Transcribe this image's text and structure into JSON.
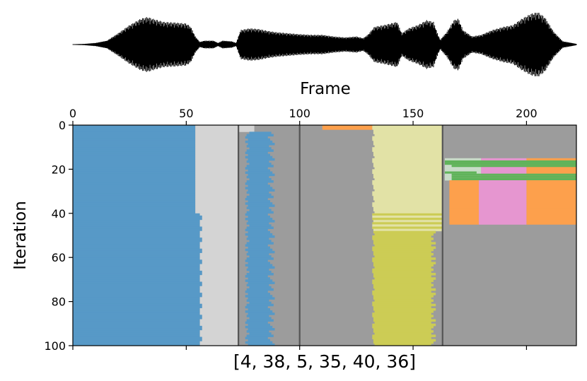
{
  "chart_data": {
    "type": "heatmap",
    "xlabel": "Frame",
    "ylabel": "Iteration",
    "caption": "[4, 38, 5, 35, 40, 36]",
    "xlim": [
      0,
      222
    ],
    "ylim": [
      100,
      0
    ],
    "x_ticks": [
      0,
      50,
      100,
      150,
      200
    ],
    "y_ticks": [
      0,
      20,
      40,
      60,
      80,
      100
    ],
    "vlines": [
      73,
      100,
      163
    ],
    "colors": {
      "blue": "#5799c7",
      "lightgray": "#d4d4d4",
      "gray": "#9c9c9c",
      "khaki": "#e2e2a6",
      "olive": "#cccc55",
      "orange": "#fda04c",
      "pink": "#e696d0",
      "green": "#60b35a",
      "seafoam": "#c9dcc9"
    },
    "waveform": {
      "envelope_points": [
        [
          0,
          0.01
        ],
        [
          5,
          0.02
        ],
        [
          10,
          0.05
        ],
        [
          15,
          0.12
        ],
        [
          20,
          0.35
        ],
        [
          25,
          0.6
        ],
        [
          30,
          0.8
        ],
        [
          33,
          0.85
        ],
        [
          36,
          0.78
        ],
        [
          40,
          0.7
        ],
        [
          45,
          0.68
        ],
        [
          50,
          0.65
        ],
        [
          52,
          0.55
        ],
        [
          54,
          0.25
        ],
        [
          56,
          0.08
        ],
        [
          58,
          0.12
        ],
        [
          62,
          0.12
        ],
        [
          64,
          0.05
        ],
        [
          66,
          0.12
        ],
        [
          70,
          0.1
        ],
        [
          72,
          0.05
        ],
        [
          74,
          0.45
        ],
        [
          78,
          0.5
        ],
        [
          82,
          0.48
        ],
        [
          86,
          0.42
        ],
        [
          90,
          0.38
        ],
        [
          95,
          0.35
        ],
        [
          100,
          0.32
        ],
        [
          105,
          0.3
        ],
        [
          110,
          0.3
        ],
        [
          115,
          0.25
        ],
        [
          120,
          0.22
        ],
        [
          125,
          0.25
        ],
        [
          128,
          0.2
        ],
        [
          130,
          0.3
        ],
        [
          133,
          0.55
        ],
        [
          137,
          0.6
        ],
        [
          140,
          0.65
        ],
        [
          143,
          0.7
        ],
        [
          145,
          0.35
        ],
        [
          148,
          0.5
        ],
        [
          152,
          0.6
        ],
        [
          156,
          0.75
        ],
        [
          159,
          0.7
        ],
        [
          161,
          0.3
        ],
        [
          162,
          0.15
        ],
        [
          165,
          0.4
        ],
        [
          168,
          0.75
        ],
        [
          170,
          0.8
        ],
        [
          172,
          0.45
        ],
        [
          176,
          0.25
        ],
        [
          180,
          0.3
        ],
        [
          185,
          0.45
        ],
        [
          190,
          0.55
        ],
        [
          194,
          0.6
        ],
        [
          198,
          0.8
        ],
        [
          202,
          0.95
        ],
        [
          205,
          1.0
        ],
        [
          208,
          0.85
        ],
        [
          212,
          0.4
        ],
        [
          216,
          0.1
        ],
        [
          220,
          0.05
        ],
        [
          222,
          0.02
        ]
      ]
    }
  }
}
